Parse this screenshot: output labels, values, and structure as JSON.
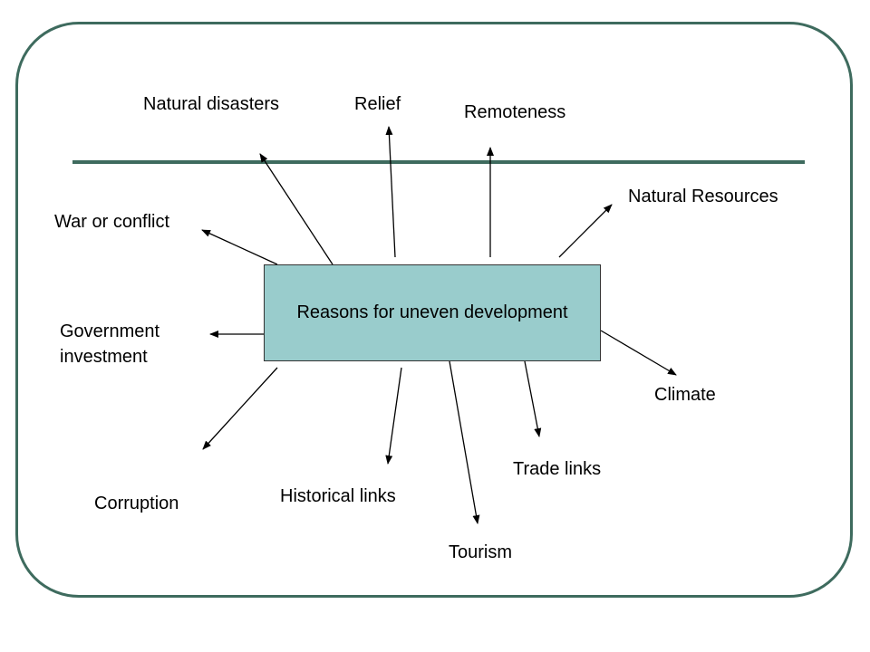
{
  "center_label": "Reasons for uneven development",
  "factors": {
    "natural_disasters": "Natural disasters",
    "relief": "Relief",
    "remoteness": "Remoteness",
    "natural_resources": "Natural Resources",
    "war_or_conflict": "War or conflict",
    "government_investment": "Government investment",
    "climate": "Climate",
    "corruption": "Corruption",
    "historical_links": "Historical links",
    "trade_links": "Trade links",
    "tourism": "Tourism"
  },
  "colors": {
    "frame": "#3e6b5e",
    "divider": "#3e6b5e",
    "box_fill": "#99cccc",
    "arrow": "#000000"
  }
}
